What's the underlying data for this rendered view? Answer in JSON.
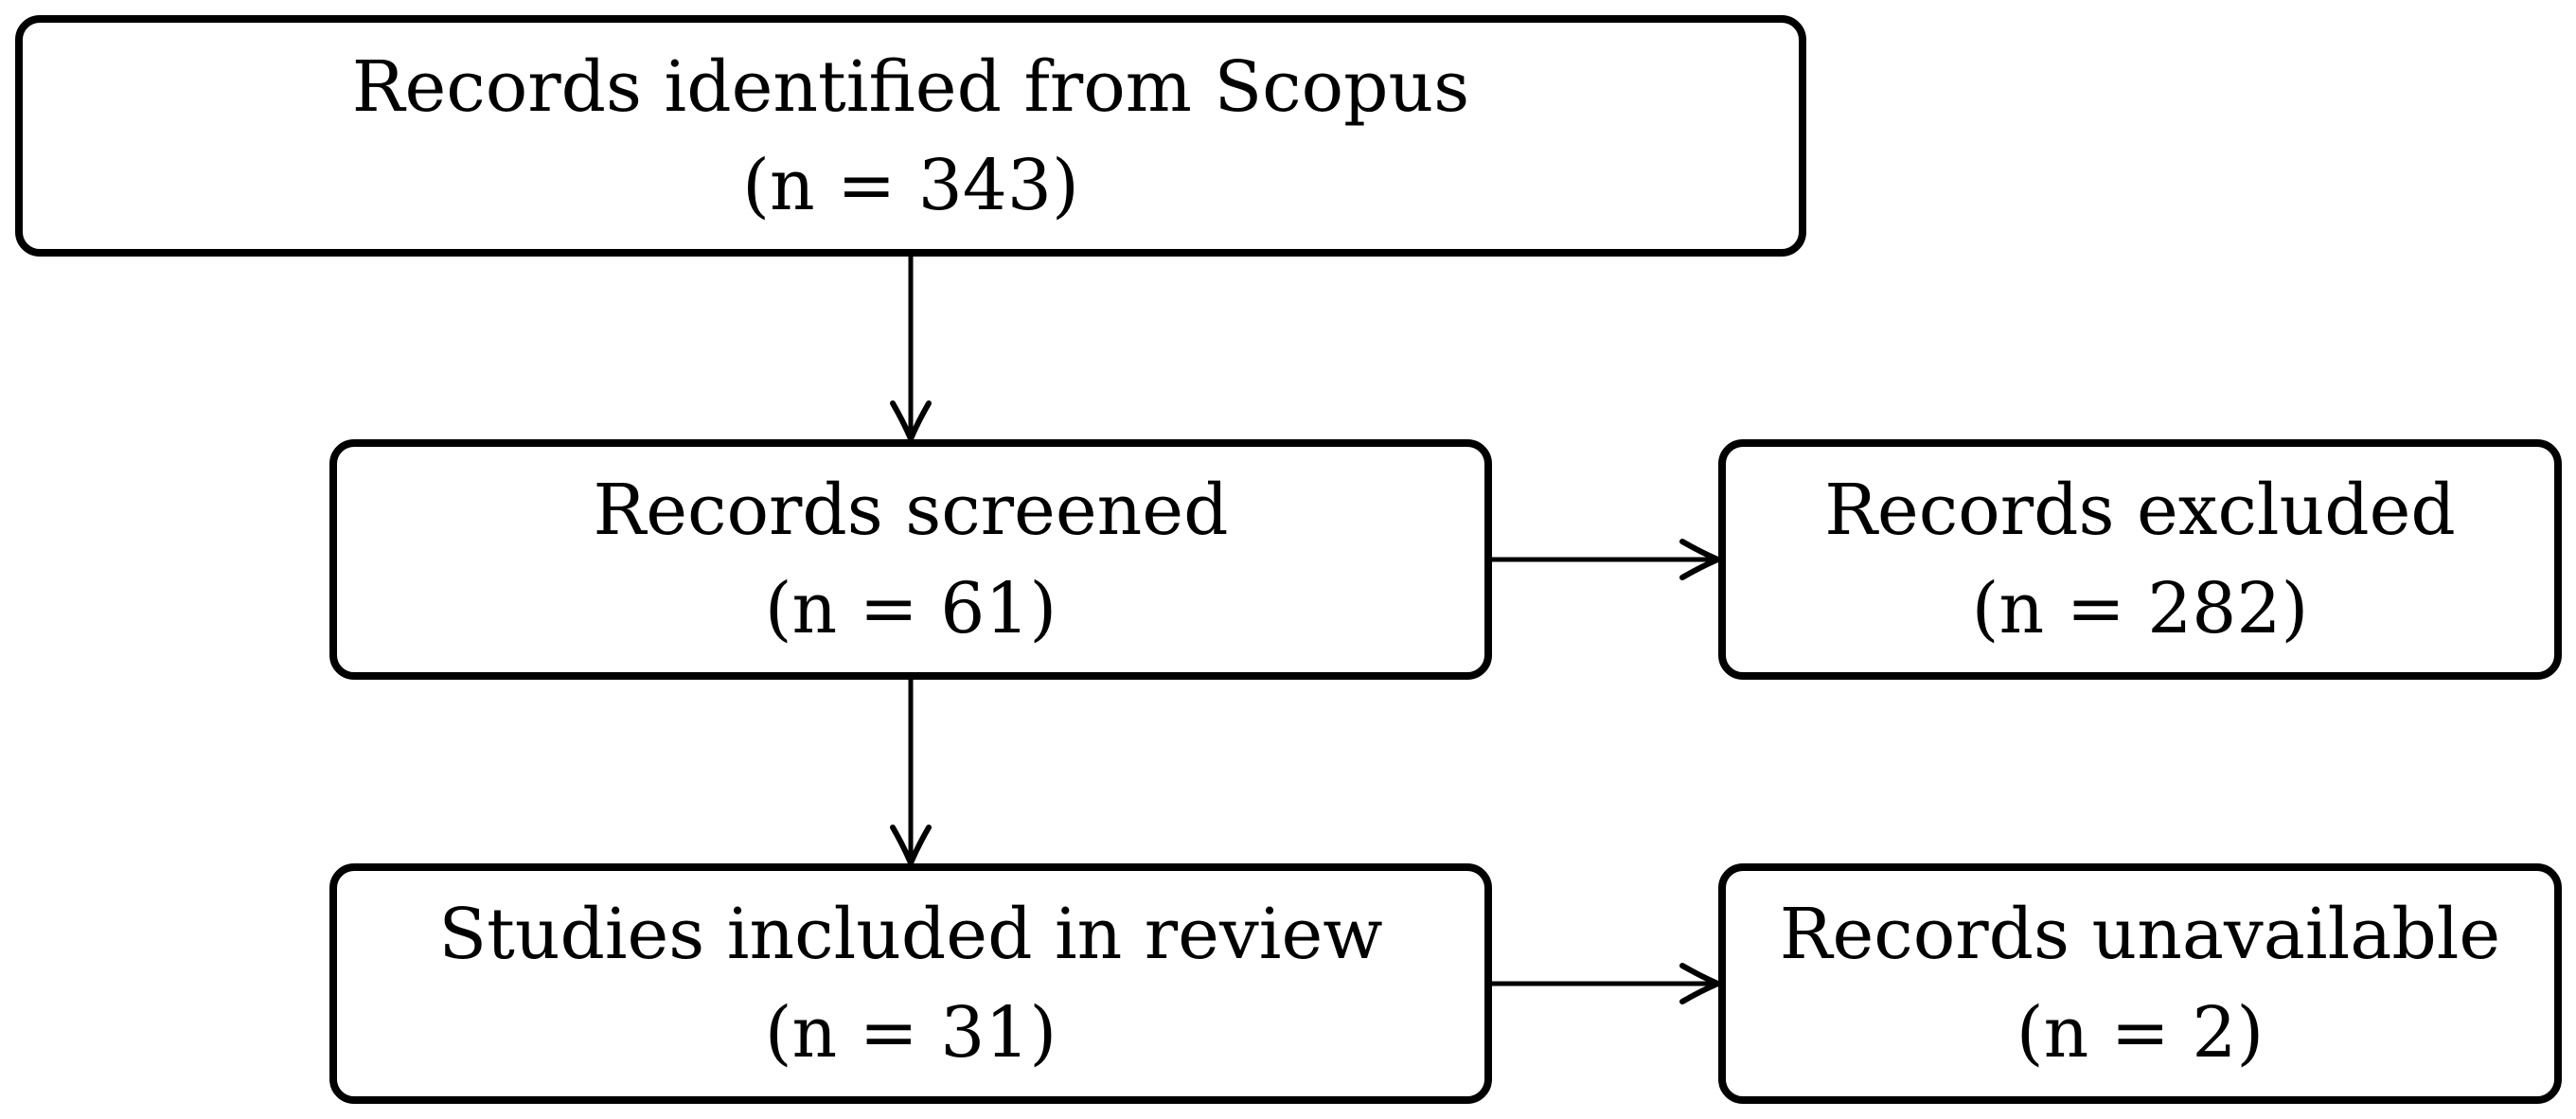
{
  "nodes": {
    "identified": {
      "label": "Records identified from Scopus",
      "count": "(n = 343)"
    },
    "screened": {
      "label": "Records screened",
      "count": "(n = 61)"
    },
    "excluded": {
      "label": "Records excluded",
      "count": "(n = 282)"
    },
    "included": {
      "label": "Studies included in review",
      "count": "(n = 31)"
    },
    "unavailable": {
      "label": "Records unavailable",
      "count": "(n = 2)"
    }
  },
  "edges": [
    {
      "from": "identified",
      "to": "screened"
    },
    {
      "from": "screened",
      "to": "excluded"
    },
    {
      "from": "screened",
      "to": "included"
    },
    {
      "from": "included",
      "to": "unavailable"
    }
  ],
  "colors": {
    "stroke": "#000000",
    "fill": "#ffffff"
  }
}
